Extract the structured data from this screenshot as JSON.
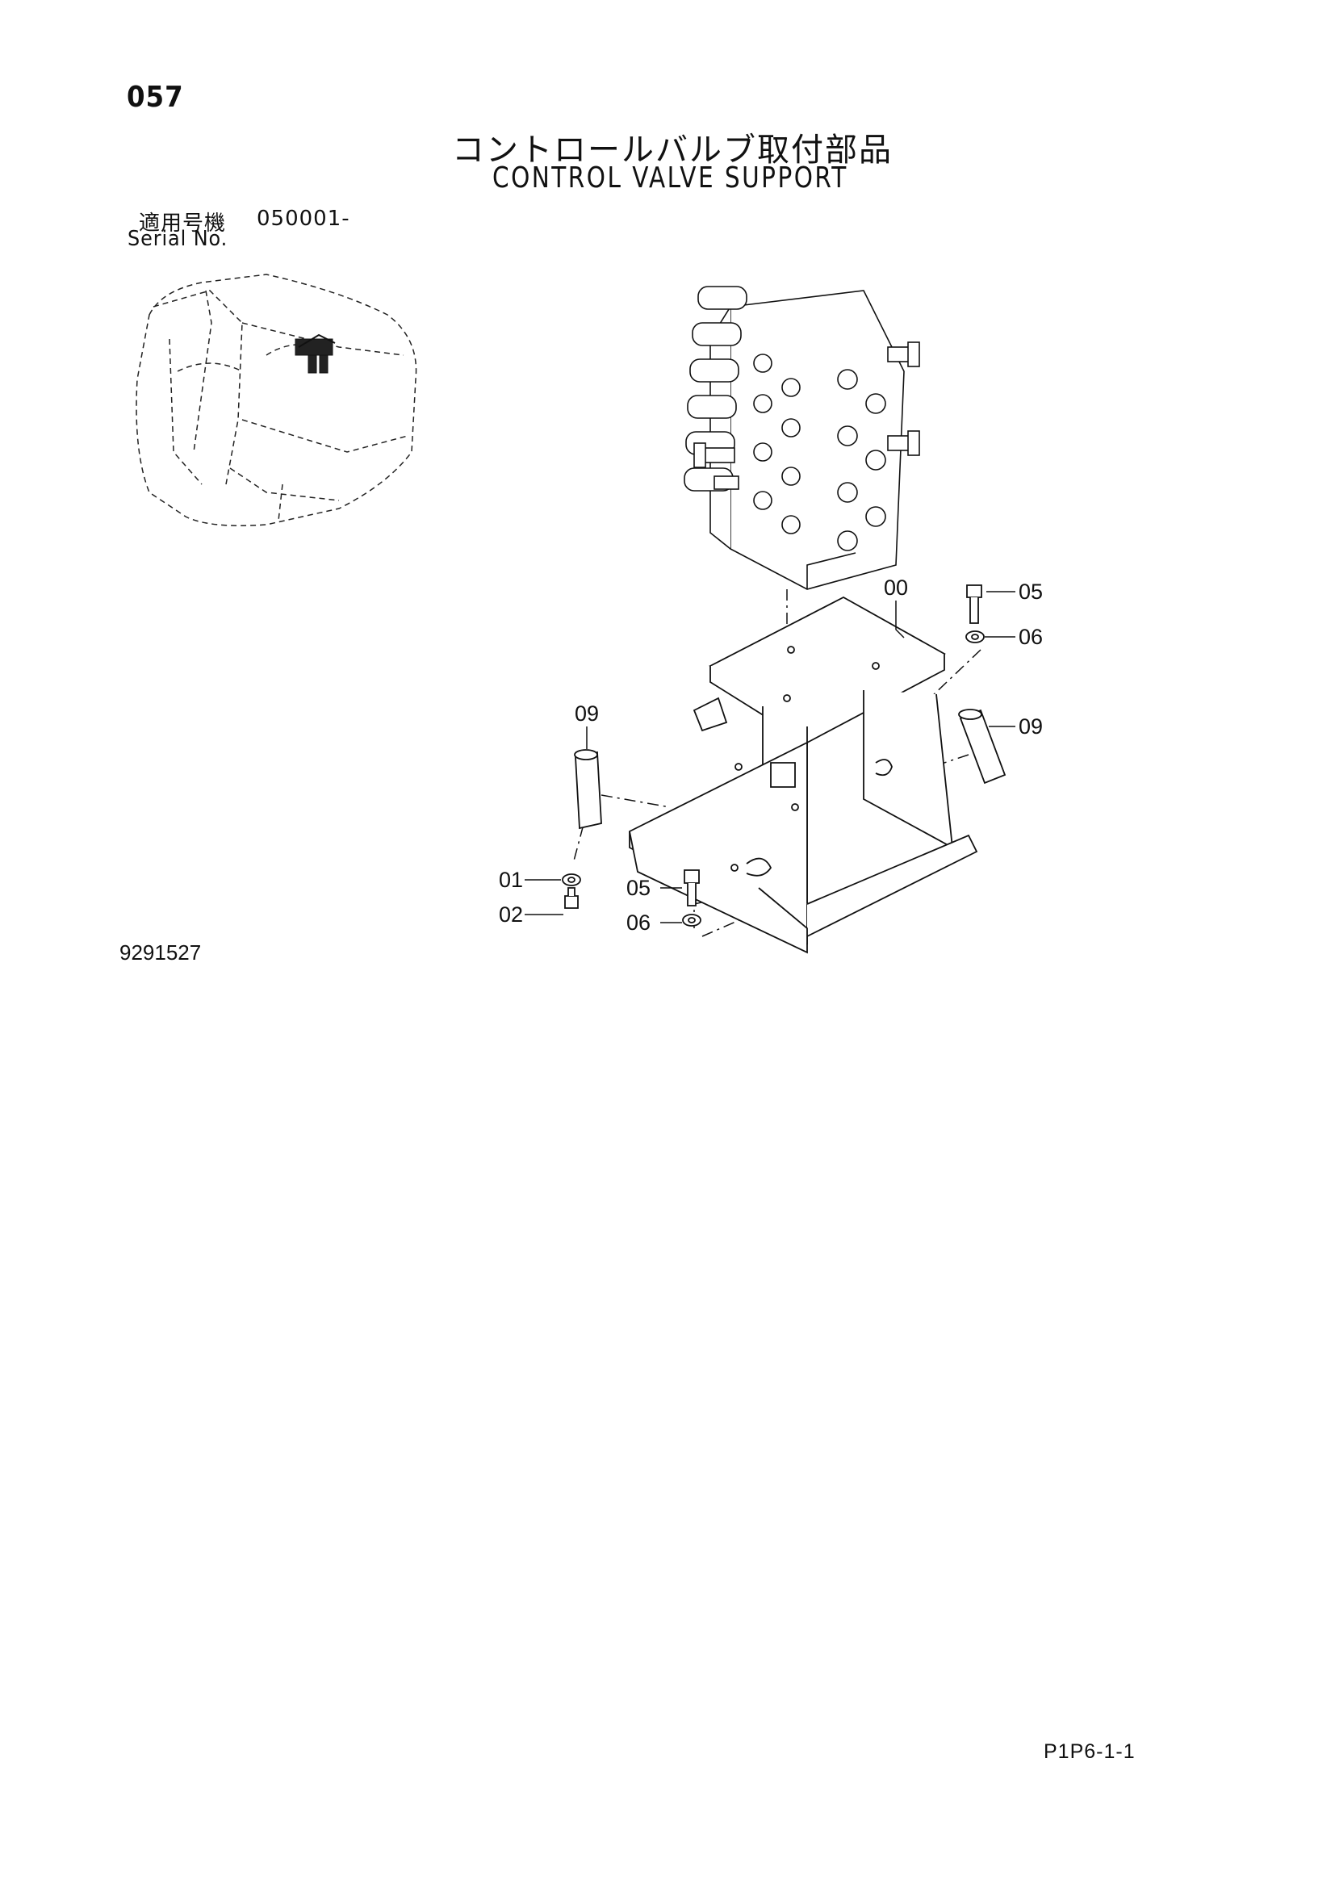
{
  "header": {
    "page_number": "057",
    "title_jp": "コントロールバルブ取付部品",
    "title_en": "CONTROL VALVE SUPPORT"
  },
  "serial": {
    "label_jp": "適用号機",
    "range": "050001-",
    "label_en": "Serial No."
  },
  "callouts": {
    "c00": "00",
    "c05_top": "05",
    "c06_top": "06",
    "c09_left": "09",
    "c09_right": "09",
    "c01": "01",
    "c02": "02",
    "c05_bottom": "05",
    "c06_bottom": "06"
  },
  "drawing_number": "9291527",
  "footer": {
    "page_code": "P1P6-1-1"
  }
}
